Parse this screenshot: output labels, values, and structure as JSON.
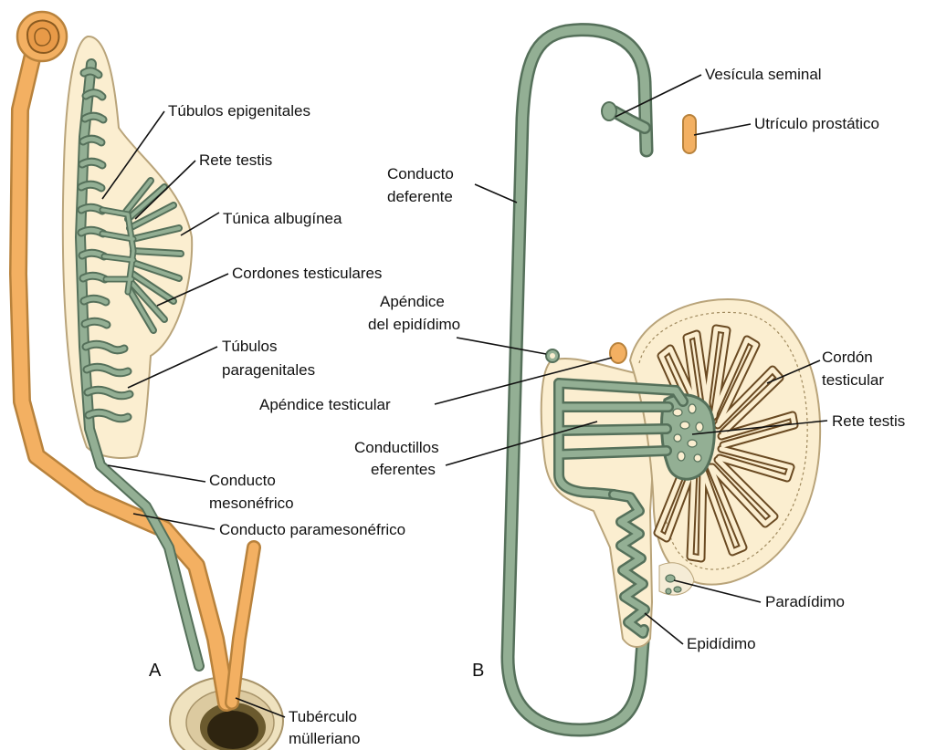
{
  "panels": {
    "a": "A",
    "b": "B"
  },
  "labels_a": {
    "tubulos_epigenitales": "Túbulos epigenitales",
    "rete_testis": "Rete testis",
    "tunica_albuginea": "Túnica albugínea",
    "cordones_testiculares": "Cordones testiculares",
    "tubulos_paragenitales_1": "Túbulos",
    "tubulos_paragenitales_2": "paragenitales",
    "conducto_mesonefrico_1": "Conducto",
    "conducto_mesonefrico_2": "mesonéfrico",
    "conducto_paramesonefrico": "Conducto paramesonéfrico",
    "tuberculo_mulleriano_1": "Tubérculo",
    "tuberculo_mulleriano_2": "mülleriano"
  },
  "labels_b": {
    "vesicula_seminal": "Vesícula seminal",
    "utriculo_prostatico": "Utrículo prostático",
    "conducto_deferente_1": "Conducto",
    "conducto_deferente_2": "deferente",
    "apendice_epididimo_1": "Apéndice",
    "apendice_epididimo_2": "del epidídimo",
    "apendice_testicular": "Apéndice testicular",
    "cordon_testicular_1": "Cordón",
    "cordon_testicular_2": "testicular",
    "rete_testis": "Rete testis",
    "conductillos_eferentes_1": "Conductillos",
    "conductillos_eferentes_2": "eferentes",
    "paradidimo": "Paradídimo",
    "epididimo": "Epidídimo"
  },
  "colors": {
    "mesonephric_green": "#93af94",
    "paramesonephric_orange": "#f3b062",
    "gonad_cream": "#fbeed0",
    "outline": "#b9a47a"
  }
}
